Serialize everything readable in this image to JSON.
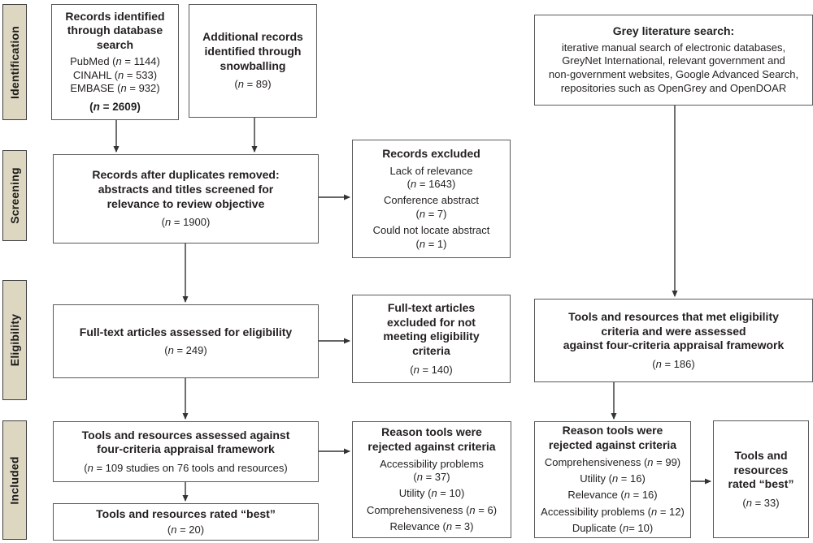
{
  "palette": {
    "sidebar_fill": "#ddd6c1",
    "sidebar_border": "#3f3f41",
    "box_border": "#58595b",
    "text_color": "#231f20",
    "arrow_color": "#333333"
  },
  "sidebar": {
    "labels": [
      "Identification",
      "Screening",
      "Eligibility",
      "Included"
    ]
  },
  "boxes": {
    "db_search": {
      "title": "Records identified\nthrough database\nsearch",
      "body": "PubMed (*n* = 1144)\nCINAHL (*n* = 533)\nEMBASE (*n* = 932)",
      "total": "(*n* = 2609)"
    },
    "snowballing": {
      "title": "Additional records\nidentified through\nsnowballing",
      "total": "(*n* = 89)"
    },
    "grey_lit": {
      "title": "Grey literature search:",
      "body": "iterative manual search of electronic databases,\nGreyNet International, relevant government and\nnon-government websites, Google Advanced Search,\nrepositories such as OpenGrey and OpenDOAR"
    },
    "screening": {
      "title": "Records after duplicates removed:\nabstracts and titles screened for\nrelevance to review objective",
      "total": "(*n* = 1900)"
    },
    "records_excluded": {
      "title": "Records excluded",
      "items": [
        "Lack of relevance\n(*n* = 1643)",
        "Conference abstract\n(*n* = 7)",
        "Could not locate abstract\n(*n* = 1)"
      ]
    },
    "fulltext": {
      "title": "Full-text articles assessed for eligibility",
      "total": "(*n* = 249)"
    },
    "fulltext_excluded": {
      "title": "Full-text articles\nexcluded for not\nmeeting eligibility\ncriteria",
      "total": "(*n* = 140)"
    },
    "right_elig": {
      "title": "Tools and resources that met eligibility\ncriteria and were assessed\nagainst four-criteria appraisal framework",
      "total": "(*n* = 186)"
    },
    "included1": {
      "title": "Tools and resources assessed against\nfour-criteria appraisal framework",
      "total": "(*n* = 109 studies on 76 tools and resources)"
    },
    "mid_reason": {
      "title": "Reason tools were\nrejected against criteria",
      "items": [
        "Accessibility problems\n(*n* = 37)",
        "Utility (*n* = 10)",
        "Comprehensiveness (*n* = 6)",
        "Relevance (*n* = 3)"
      ]
    },
    "right_reason": {
      "title": "Reason tools were\nrejected against criteria",
      "items": [
        "Comprehensiveness (*n* = 99)",
        "Utility (*n* = 16)",
        "Relevance (*n* = 16)",
        "Accessibility problems (*n* = 12)",
        "Duplicate (*n*= 10)"
      ]
    },
    "rated_best20": {
      "title": "Tools and resources rated “best”",
      "total": "(*n* = 20)"
    },
    "rated_best33": {
      "title": "Tools and\nresources\nrated “best”",
      "total": "(*n* = 33)"
    }
  }
}
